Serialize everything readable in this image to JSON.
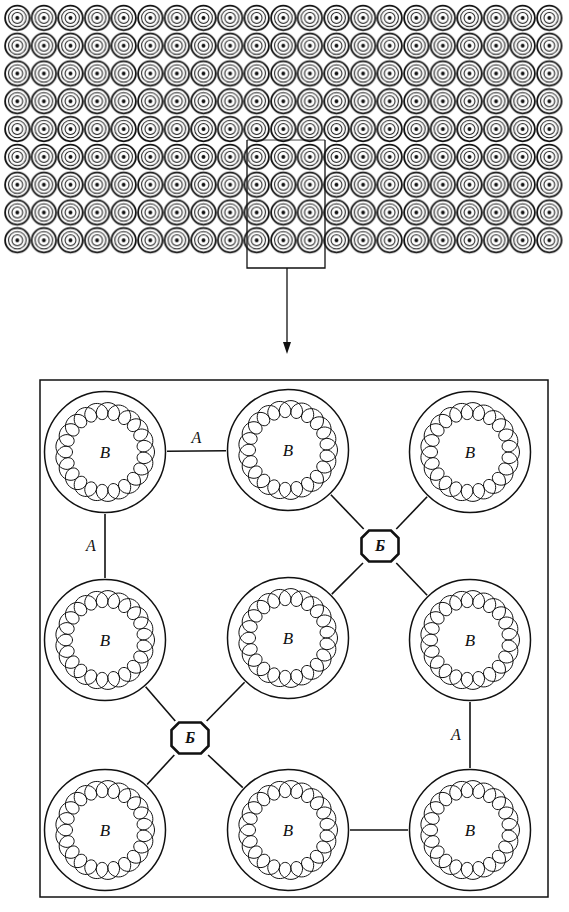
{
  "diagram": {
    "nodes": [
      {
        "text": [
          "В"
        ]
      },
      {
        "text": [
          "В"
        ]
      },
      {
        "text": [
          "В"
        ]
      },
      {
        "text": [
          "Б"
        ]
      },
      {
        "text": [
          "В"
        ]
      },
      {
        "text": [
          "В"
        ]
      },
      {
        "text": [
          "В"
        ]
      },
      {
        "text": [
          "Б"
        ]
      },
      {
        "text": [
          "В"
        ]
      },
      {
        "text": [
          "В"
        ]
      },
      {
        "text": [
          "В"
        ]
      }
    ],
    "edges": [
      {
        "from": 0,
        "to": 1,
        "arrow": "none",
        "label": "А"
      },
      {
        "from": 0,
        "to": 4,
        "arrow": "none",
        "label": "А"
      },
      {
        "from": 1,
        "to": 3,
        "arrow": "none"
      },
      {
        "from": 2,
        "to": 3,
        "arrow": "none"
      },
      {
        "from": 5,
        "to": 3,
        "arrow": "none"
      },
      {
        "from": 6,
        "to": 3,
        "arrow": "none"
      },
      {
        "from": 4,
        "to": 7,
        "arrow": "none"
      },
      {
        "from": 5,
        "to": 7,
        "arrow": "none"
      },
      {
        "from": 8,
        "to": 7,
        "arrow": "none"
      },
      {
        "from": 9,
        "to": 7,
        "arrow": "none"
      },
      {
        "from": 6,
        "to": 10,
        "arrow": "none",
        "label": "А"
      },
      {
        "from": 9,
        "to": 10,
        "arrow": "none"
      }
    ]
  }
}
